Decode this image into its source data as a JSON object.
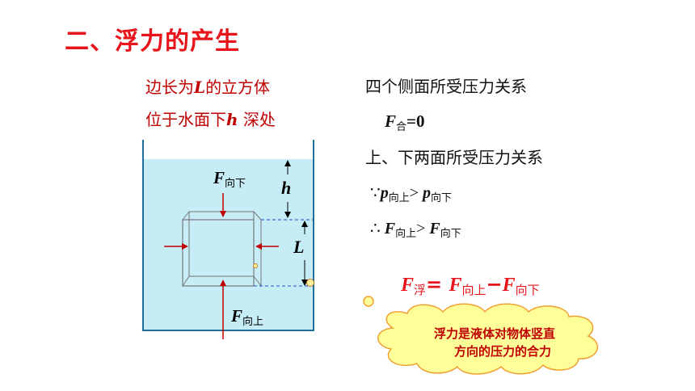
{
  "title": "二、浮力的产生",
  "description": {
    "line1_a": "边长为",
    "line1_var": "L",
    "line1_b": "的立方体",
    "line2_a": "位于水面下",
    "line2_var": "h",
    "line2_b": " 深处"
  },
  "diagram": {
    "h_label": "h",
    "L_label": "L",
    "f_down": {
      "sym": "F",
      "sub": "向下"
    },
    "f_up": {
      "sym": "F",
      "sub": "向上"
    },
    "water_color": "#c6ecf6"
  },
  "right": {
    "side_faces": "四个侧面所受压力关系",
    "f_net": {
      "sym": "F",
      "sub": "合",
      "value": "=0"
    },
    "top_bottom": "上、下两面所受压力关系",
    "because": {
      "prefix": "∵",
      "p1": "p",
      "s1": "向上",
      "op": "> ",
      "p2": "p",
      "s2": "向下"
    },
    "therefore": {
      "prefix": "∴ ",
      "f1": "F",
      "s1": "向上",
      "op": "> ",
      "f2": "F",
      "s2": "向下"
    }
  },
  "equation": {
    "f": "F",
    "s": "浮",
    "eq": "= ",
    "f1": "F",
    "s1": "向上",
    "minus": "−",
    "f2": "F",
    "s2": "向下"
  },
  "cloud": {
    "line1": "浮力是液体对物体竖直",
    "line2": "方向的压力的合力"
  },
  "colors": {
    "red": "#e8141c",
    "dark_red": "#c00000",
    "cloud_fill": "#ffff99",
    "cloud_stroke": "#f0a030"
  }
}
